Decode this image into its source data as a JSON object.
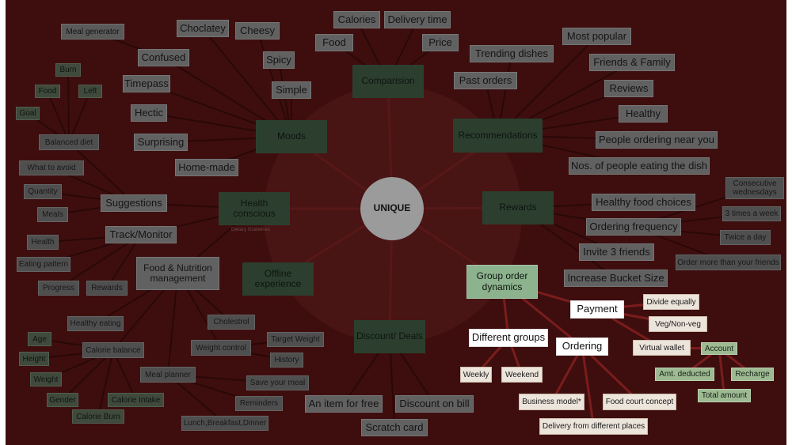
{
  "center": "UNIQUE",
  "hubs": {
    "comparision": "Comparision",
    "moods": "Moods",
    "recommendations": "Recommendations",
    "health": "Health conscious",
    "rewards": "Rewards",
    "offline": "Offline experience",
    "discount": "Discount/ Deals",
    "food_nutrition": "Food & Nutrition management",
    "group_order": "Group order dynamics"
  },
  "health_note": "Dietary Guidelines",
  "comparision": {
    "calories": "Calories",
    "delivery_time": "Delivery time",
    "food": "Food",
    "price": "Price"
  },
  "moods": {
    "choclatey": "Choclatey",
    "cheesy": "Cheesy",
    "confused": "Confused",
    "spicy": "Spicy",
    "timepass": "Timepass",
    "simple": "Simple",
    "hectic": "Hectic",
    "surprising": "Surprising",
    "home_made": "Home-made",
    "meal_generator": "Meal generator"
  },
  "diet": {
    "balanced_diet": "Balanced diet",
    "burn": "Burn",
    "food": "Food",
    "left": "Left",
    "goal": "Goal"
  },
  "suggestions": {
    "label": "Suggestions",
    "what_to_avoid": "What to avoid",
    "quantity": "Quantity",
    "meals": "Meals"
  },
  "track": {
    "label": "Track/Monitor",
    "health": "Health",
    "eating_pattern": "Eating pattern",
    "progress": "Progress",
    "rewards": "Rewards"
  },
  "nutrition": {
    "healthy_eating": "Healthy eating",
    "calorie_balance": "Calorie balance",
    "age": "Age",
    "height": "Height",
    "weight": "Weight",
    "gender": "Gender",
    "calorie_intake": "Calorie Intake",
    "calorie_burn": "Calorie Burn",
    "cholestrol": "Cholestrol",
    "weight_control": "Weight control",
    "target_weight": "Target Weight",
    "history": "History",
    "meal_planner": "Meal planner",
    "save_your_meal": "Save your meal",
    "reminders": "Reminders",
    "lunch_breakfast_dinner": "Lunch,Breakfast,Dinner"
  },
  "recommendations": {
    "trending": "Trending dishes",
    "most_popular": "Most popular",
    "past_orders": "Past orders",
    "friends_family": "Friends & Family",
    "reviews": "Reviews",
    "healthy": "Healthy",
    "people_near": "People ordering near you",
    "nos_people": "Nos. of people eating the dish"
  },
  "rewards": {
    "healthy_choices": "Healthy food choices",
    "ordering_frequency": "Ordering frequency",
    "invite": "Invite 3 friends",
    "bucket": "Increase Bucket Size",
    "consecutive": "Consecutive wednesdays",
    "three_times": "3 times a week",
    "twice": "Twice a day",
    "more_than_friends": "Order more than your friends"
  },
  "discount": {
    "item_free": "An item for free",
    "discount_bill": "Discount on bill",
    "scratch_card": "Scratch card"
  },
  "group": {
    "payment": "Payment",
    "divide_equally": "Divide equally",
    "veg": "Veg/Non-veg",
    "virtual_wallet": "Virtual wallet",
    "account": "Account",
    "amt_deducted": "Amt. deducted",
    "recharge": "Recharge",
    "total_amount": "Total amount",
    "different_groups": "Different groups",
    "weekly": "Weekly",
    "weekend": "Weekend",
    "ordering": "Ordering",
    "business_model": "Business model*",
    "food_court": "Food court concept",
    "delivery_places": "Delivery from different places"
  }
}
